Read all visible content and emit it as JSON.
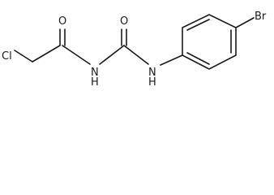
{
  "colors": {
    "bond": "#1a1a1a",
    "background": "#ffffff"
  },
  "molecule": {
    "atoms": {
      "cl": "Cl",
      "o1": "O",
      "n1": "N",
      "h1": "H",
      "o2": "O",
      "n2": "N",
      "h2": "H",
      "br": "Br"
    }
  }
}
